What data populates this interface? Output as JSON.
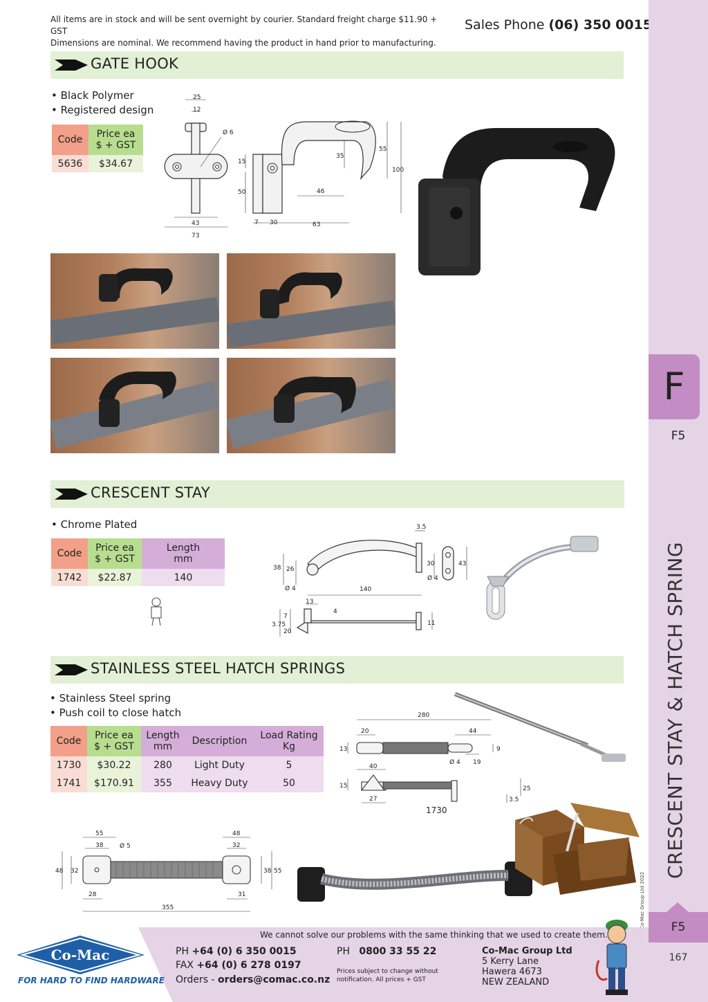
{
  "header": {
    "notice_line1": "All items are in stock and will be sent overnight by courier. Standard freight charge $11.90 + GST",
    "notice_line2": "Dimensions are nominal. We recommend having the product in hand prior to manufacturing.",
    "sales_label": "Sales Phone",
    "sales_phone": "(06) 350 0015"
  },
  "sidebar": {
    "section_letter": "F",
    "section_code": "F5",
    "vertical_title": "CRESCENT STAY & HATCH SPRING",
    "copyright": "© Co-Mac Group Ltd 2022",
    "bottom_tab": "F5",
    "page_number": "167"
  },
  "gate_hook": {
    "title": "GATE HOOK",
    "bullets": [
      "• Black Polymer",
      "• Registered design"
    ],
    "table": {
      "headers": [
        "Code",
        "Price ea",
        "$ + GST"
      ],
      "rows": [
        [
          "5636",
          "$34.67"
        ]
      ]
    },
    "dims": {
      "front": [
        "25",
        "12",
        "Ø 6",
        "43",
        "73"
      ],
      "side": [
        "15",
        "50",
        "35",
        "55",
        "100",
        "46",
        "7",
        "30",
        "63"
      ]
    }
  },
  "crescent_stay": {
    "title": "CRESCENT STAY",
    "bullets": [
      "• Chrome Plated"
    ],
    "table": {
      "headers": [
        "Code",
        "Price ea",
        "$ + GST",
        "Length",
        "mm"
      ],
      "rows": [
        [
          "1742",
          "$22.87",
          "140"
        ]
      ]
    },
    "dims": [
      "3.5",
      "38",
      "26",
      "30",
      "43",
      "Ø 4",
      "140",
      "Ø 4",
      "13",
      "4",
      "3.75",
      "7",
      "20",
      "11"
    ]
  },
  "hatch_springs": {
    "title": "STAINLESS STEEL HATCH SPRINGS",
    "bullets": [
      "• Stainless Steel spring",
      "• Push coil to close hatch"
    ],
    "table": {
      "headers": [
        "Code",
        "Price ea",
        "$ + GST",
        "Length",
        "mm",
        "Description",
        "Load Rating",
        "Kg"
      ],
      "rows": [
        [
          "1730",
          "$30.22",
          "280",
          "Light Duty",
          "5"
        ],
        [
          "1741",
          "$170.91",
          "355",
          "Heavy Duty",
          "50"
        ]
      ]
    },
    "dims_1730": [
      "280",
      "20",
      "44",
      "13",
      "9",
      "40",
      "Ø 4",
      "19",
      "15",
      "27",
      "3.5",
      "25"
    ],
    "diagram_label": "1730",
    "dims_1741": [
      "55",
      "38",
      "Ø 5",
      "48",
      "32",
      "48",
      "32",
      "38",
      "55",
      "28",
      "31",
      "355"
    ]
  },
  "footer": {
    "quote": "We cannot solve our problems with the same thinking that we used to create them.",
    "logo_name": "Co-Mac",
    "logo_tagline": "FOR HARD TO FIND HARDWARE",
    "ph_label": "PH",
    "ph": "+64 (0) 6 350 0015",
    "fax_label": "FAX",
    "fax": "+64 (0) 6 278 0197",
    "orders_label": "Orders -",
    "orders": "orders@comac.co.nz",
    "ph2_label": "PH",
    "ph2": "0800 33 55 22",
    "note": "Prices subject to change without notification. All prices + GST",
    "company": "Co-Mac Group Ltd",
    "address1": "5 Kerry Lane",
    "address2": "Hawera 4673",
    "address3": "NEW ZEALAND"
  },
  "colors": {
    "band": "#e2f0d6",
    "code_header": "#f2a089",
    "price_header": "#b7de8f",
    "length_header": "#d4aed8",
    "sidebar": "#e5d3e6",
    "tab": "#c48cc4",
    "logo_blue": "#1f5fa8"
  }
}
